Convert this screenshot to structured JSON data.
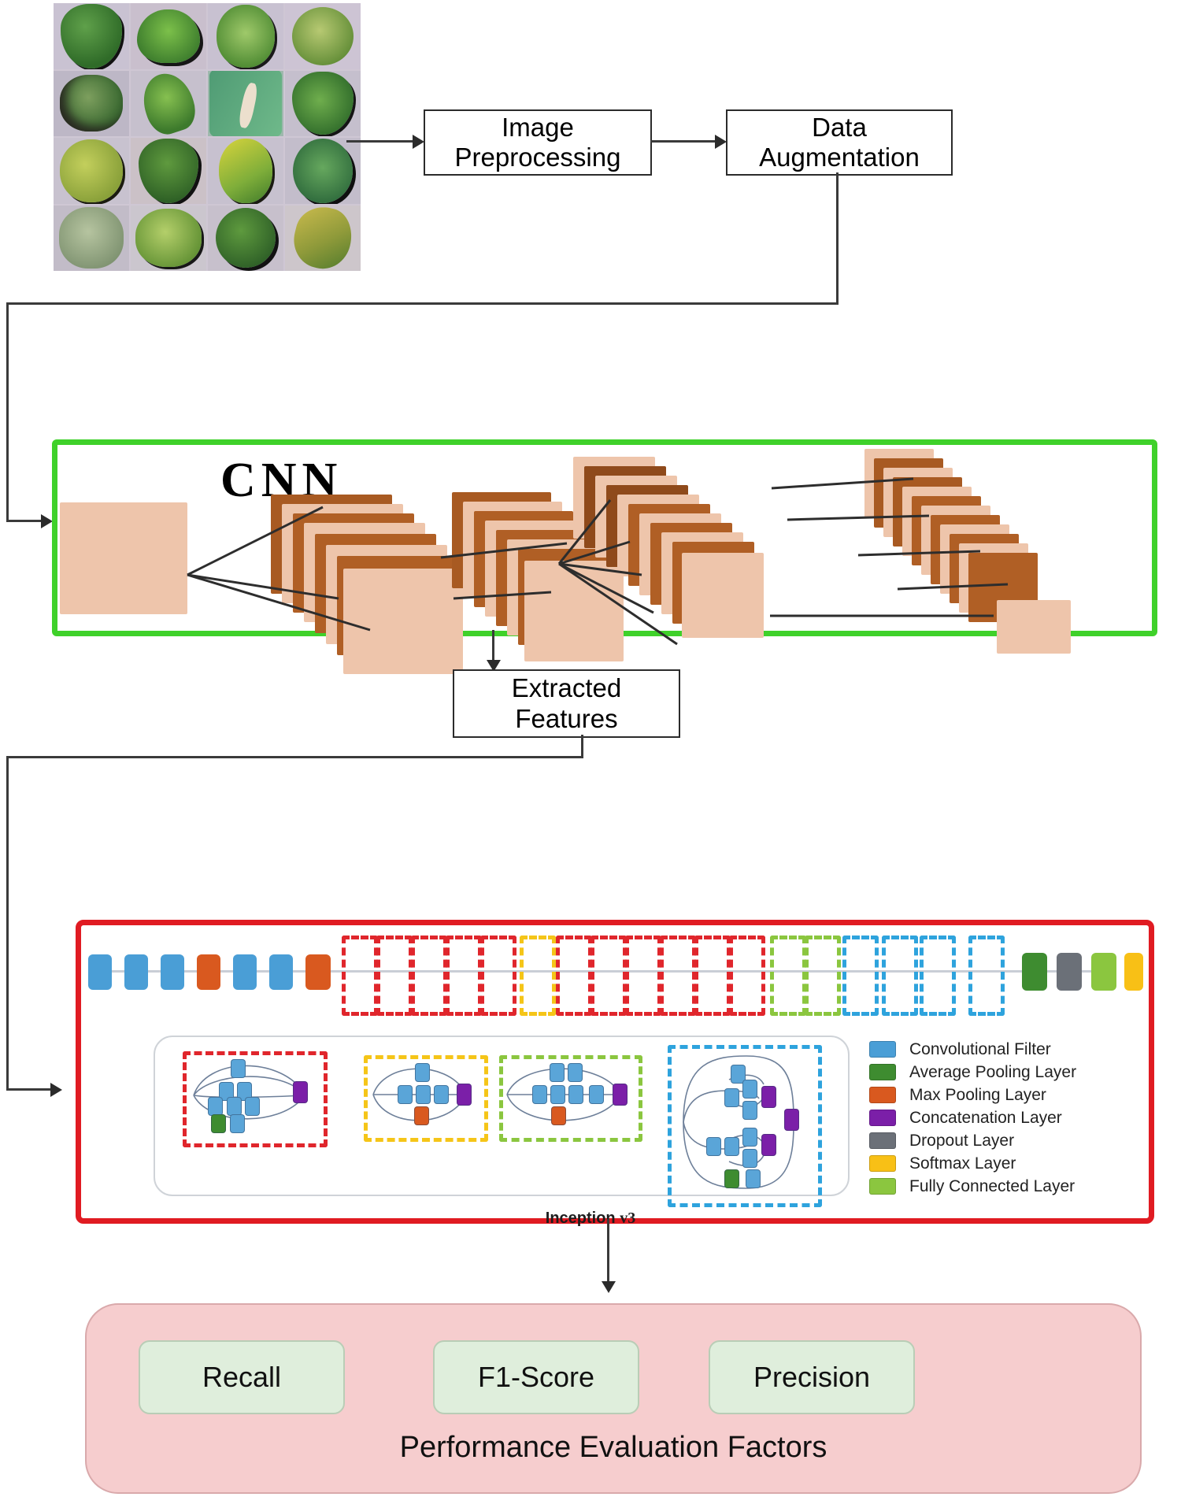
{
  "pipeline": {
    "image_preprocessing": "Image\nPreprocessing",
    "image_preprocessing_l1": "Image",
    "image_preprocessing_l2": "Preprocessing",
    "data_augmentation_l1": "Data",
    "data_augmentation_l2": "Augmentation",
    "extracted_features_l1": "Extracted",
    "extracted_features_l2": "Features"
  },
  "cnn": {
    "title": "CNN",
    "border_color": "#3fd12a"
  },
  "inception": {
    "caption_text": "Inception ",
    "caption_version": "v3",
    "border_color": "#e01b22",
    "legend": [
      {
        "label": "Convolutional Filter",
        "color": "#4a9ed6"
      },
      {
        "label": "Average Pooling Layer",
        "color": "#3e8c30"
      },
      {
        "label": "Max Pooling Layer",
        "color": "#d9591f"
      },
      {
        "label": "Concatenation Layer",
        "color": "#7b1fa8"
      },
      {
        "label": "Dropout Layer",
        "color": "#6b7078"
      },
      {
        "label": "Softmax Layer",
        "color": "#f8c016"
      },
      {
        "label": "Fully Connected Layer",
        "color": "#8bc63f"
      }
    ],
    "top_row_blocks": [
      {
        "type": "conv",
        "color": "#4a9ed6"
      },
      {
        "type": "conv",
        "color": "#4a9ed6"
      },
      {
        "type": "conv",
        "color": "#4a9ed6"
      },
      {
        "type": "maxpool",
        "color": "#d9591f"
      },
      {
        "type": "conv",
        "color": "#4a9ed6"
      },
      {
        "type": "conv",
        "color": "#4a9ed6"
      },
      {
        "type": "maxpool",
        "color": "#d9591f"
      }
    ],
    "tail_row_blocks": [
      {
        "type": "avgpool",
        "color": "#3e8c30"
      },
      {
        "type": "dropout",
        "color": "#6b7078"
      },
      {
        "type": "fc",
        "color": "#8bc63f"
      },
      {
        "type": "softmax",
        "color": "#f8c016"
      }
    ],
    "group_colors": {
      "red": "#e0262c",
      "yellow": "#f5c518",
      "green": "#8bc63f",
      "blue": "#2ea3dd"
    }
  },
  "performance": {
    "title": "Performance Evaluation Factors",
    "metrics": [
      "Recall",
      "F1-Score",
      "Precision"
    ],
    "panel_color": "#f6cdce",
    "metric_color": "#dfeedc"
  },
  "dataset": {
    "rows": 4,
    "cols": 4,
    "background": "#cfc7d4"
  }
}
